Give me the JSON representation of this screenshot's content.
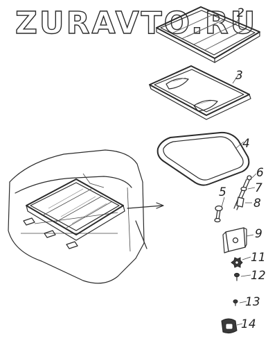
{
  "watermark": {
    "text": "ZURAVTO.RU"
  },
  "callouts": [
    {
      "id": "c2",
      "label": "2"
    },
    {
      "id": "c3",
      "label": "3"
    },
    {
      "id": "c4",
      "label": "4"
    },
    {
      "id": "c5",
      "label": "5"
    },
    {
      "id": "c6",
      "label": "6"
    },
    {
      "id": "c7",
      "label": "7"
    },
    {
      "id": "c8",
      "label": "8"
    },
    {
      "id": "c9",
      "label": "9"
    },
    {
      "id": "c11",
      "label": "11"
    },
    {
      "id": "c12",
      "label": "12"
    },
    {
      "id": "c13",
      "label": "13"
    },
    {
      "id": "c14",
      "label": "14"
    }
  ],
  "colors": {
    "line": "#2a2a2a",
    "background": "#ffffff"
  }
}
